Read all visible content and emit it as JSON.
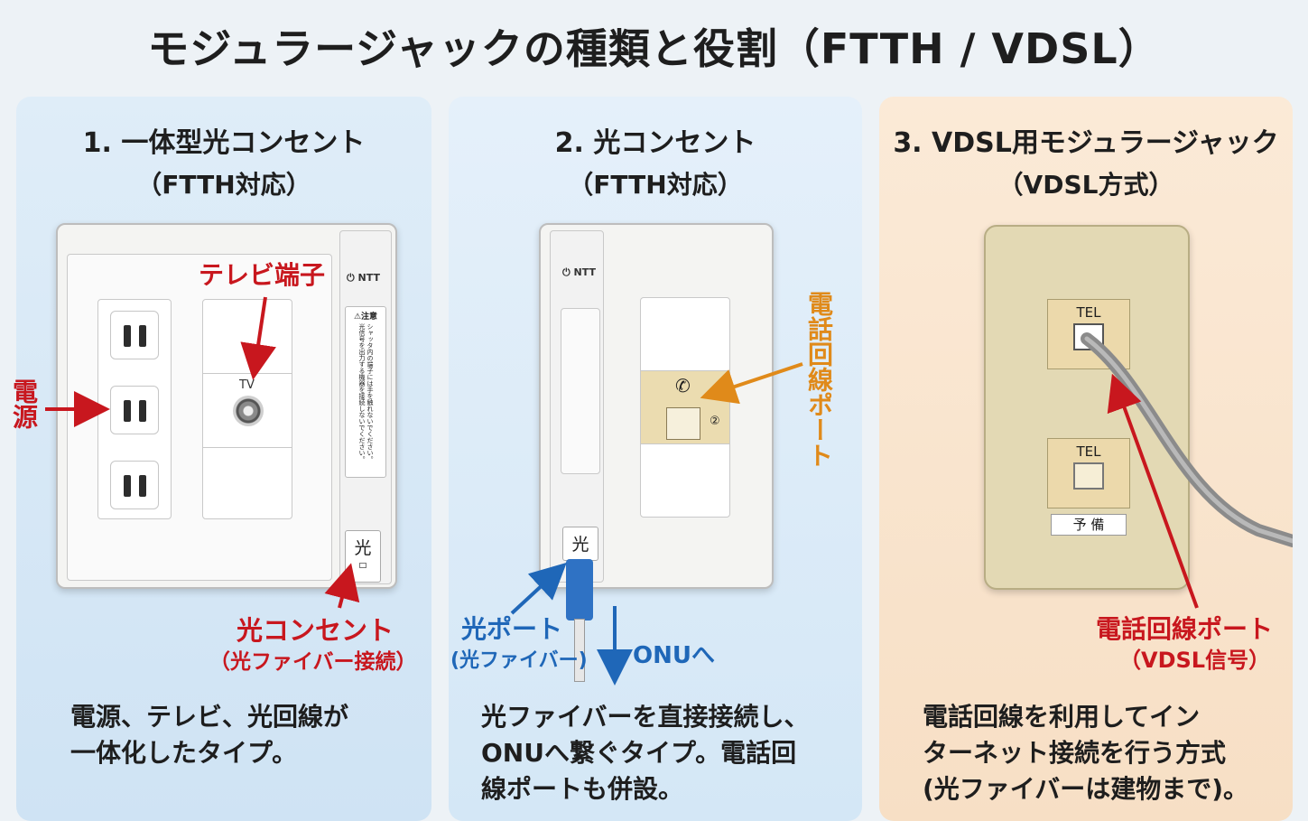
{
  "title": "モジュラージャックの種類と役割（FTTH / VDSL）",
  "panels": [
    {
      "title_line1": "1. 一体型光コンセント",
      "title_line2": "（FTTH対応）",
      "brand": "NTT",
      "labels": {
        "tv_terminal": "テレビ端子",
        "power": "電源",
        "tv": "TV",
        "caution_title": "注意",
        "caution_text": "シャッタ内の端子には手を触れないでください。光信号を出力する機器を接続しないでください。",
        "hikari": "光",
        "optical_outlet": "光コンセント",
        "optical_outlet_note": "（光ファイバー接続）"
      },
      "description": [
        "電源、テレビ、光回線が",
        "一体化したタイプ。"
      ]
    },
    {
      "title_line1": "2. 光コンセント",
      "title_line2": "（FTTH対応）",
      "brand": "NTT",
      "labels": {
        "phone_port": "電話回線ポート",
        "hikari": "光",
        "optical_port": "光ポート",
        "optical_port_note": "(光ファイバー)",
        "to_onu": "ONUへ",
        "port_number": "②"
      },
      "description": [
        "光ファイバーを直接接続し、",
        "ONUへ繋ぐタイプ。電話回",
        "線ポートも併設。"
      ]
    },
    {
      "title_line1": "3. VDSL用モジュラージャック",
      "title_line2": "（VDSL方式）",
      "labels": {
        "tel_top": "TEL",
        "tel_bottom": "TEL",
        "spare": "予 備",
        "phone_port": "電話回線ポート",
        "phone_port_note": "（VDSL信号）"
      },
      "description": [
        "電話回線を利用してイン",
        "ターネット接続を行う方式",
        "(光ファイバーは建物まで)。"
      ]
    }
  ],
  "colors": {
    "red": "#c8171e",
    "blue": "#1f67b8",
    "orange": "#e08a1a"
  }
}
